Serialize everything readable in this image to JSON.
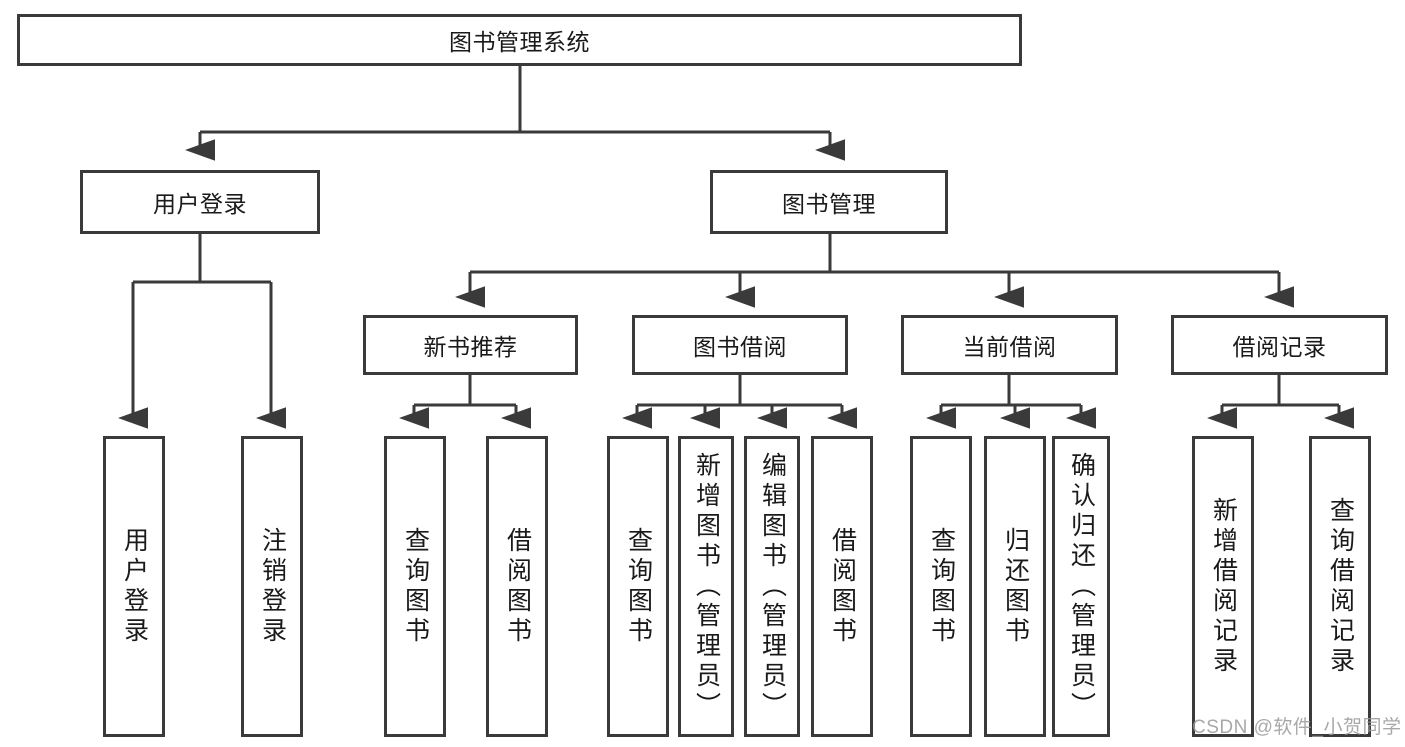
{
  "diagram": {
    "type": "hierarchy-tree",
    "title": "图书管理系统",
    "watermark": "CSDN @软件_小贺同学",
    "colors": {
      "border": "#3a3a3a",
      "background": "#ffffff",
      "text": "#1a1a1a",
      "watermark": "#9a9a9a"
    },
    "nodes": {
      "root": {
        "label": "图书管理系统",
        "level": 1
      },
      "user_login": {
        "label": "用户登录",
        "level": 2
      },
      "book_manage": {
        "label": "图书管理",
        "level": 2
      },
      "new_book_rec": {
        "label": "新书推荐",
        "level": 3
      },
      "book_borrow": {
        "label": "图书借阅",
        "level": 3
      },
      "current_borrow": {
        "label": "当前借阅",
        "level": 3
      },
      "borrow_record": {
        "label": "借阅记录",
        "level": 3
      },
      "leaf_user_login": {
        "label": "用户登录",
        "level": 4
      },
      "leaf_logout_login": {
        "label": "注销登录",
        "level": 4
      },
      "leaf_query_book_1": {
        "label": "查询图书",
        "level": 4
      },
      "leaf_borrow_book_1": {
        "label": "借阅图书",
        "level": 4
      },
      "leaf_query_book_2": {
        "label": "查询图书",
        "level": 4
      },
      "leaf_add_book": {
        "label": "新增图书（管理员）",
        "level": 4
      },
      "leaf_edit_book": {
        "label": "编辑图书（管理员）",
        "level": 4
      },
      "leaf_borrow_book_2": {
        "label": "借阅图书",
        "level": 4
      },
      "leaf_query_book_3": {
        "label": "查询图书",
        "level": 4
      },
      "leaf_return_book": {
        "label": "归还图书",
        "level": 4
      },
      "leaf_confirm_return": {
        "label": "确认归还（管理员）",
        "level": 4
      },
      "leaf_add_record": {
        "label": "新增借阅记录",
        "level": 4
      },
      "leaf_query_record": {
        "label": "查询借阅记录",
        "level": 4
      }
    },
    "edges": [
      {
        "from": "root",
        "to": "user_login"
      },
      {
        "from": "root",
        "to": "book_manage"
      },
      {
        "from": "user_login",
        "to": "leaf_user_login"
      },
      {
        "from": "user_login",
        "to": "leaf_logout_login"
      },
      {
        "from": "book_manage",
        "to": "new_book_rec"
      },
      {
        "from": "book_manage",
        "to": "book_borrow"
      },
      {
        "from": "book_manage",
        "to": "current_borrow"
      },
      {
        "from": "book_manage",
        "to": "borrow_record"
      },
      {
        "from": "new_book_rec",
        "to": "leaf_query_book_1"
      },
      {
        "from": "new_book_rec",
        "to": "leaf_borrow_book_1"
      },
      {
        "from": "book_borrow",
        "to": "leaf_query_book_2"
      },
      {
        "from": "book_borrow",
        "to": "leaf_add_book"
      },
      {
        "from": "book_borrow",
        "to": "leaf_edit_book"
      },
      {
        "from": "book_borrow",
        "to": "leaf_borrow_book_2"
      },
      {
        "from": "current_borrow",
        "to": "leaf_query_book_3"
      },
      {
        "from": "current_borrow",
        "to": "leaf_return_book"
      },
      {
        "from": "current_borrow",
        "to": "leaf_confirm_return"
      },
      {
        "from": "borrow_record",
        "to": "leaf_add_record"
      },
      {
        "from": "borrow_record",
        "to": "leaf_query_record"
      }
    ]
  }
}
